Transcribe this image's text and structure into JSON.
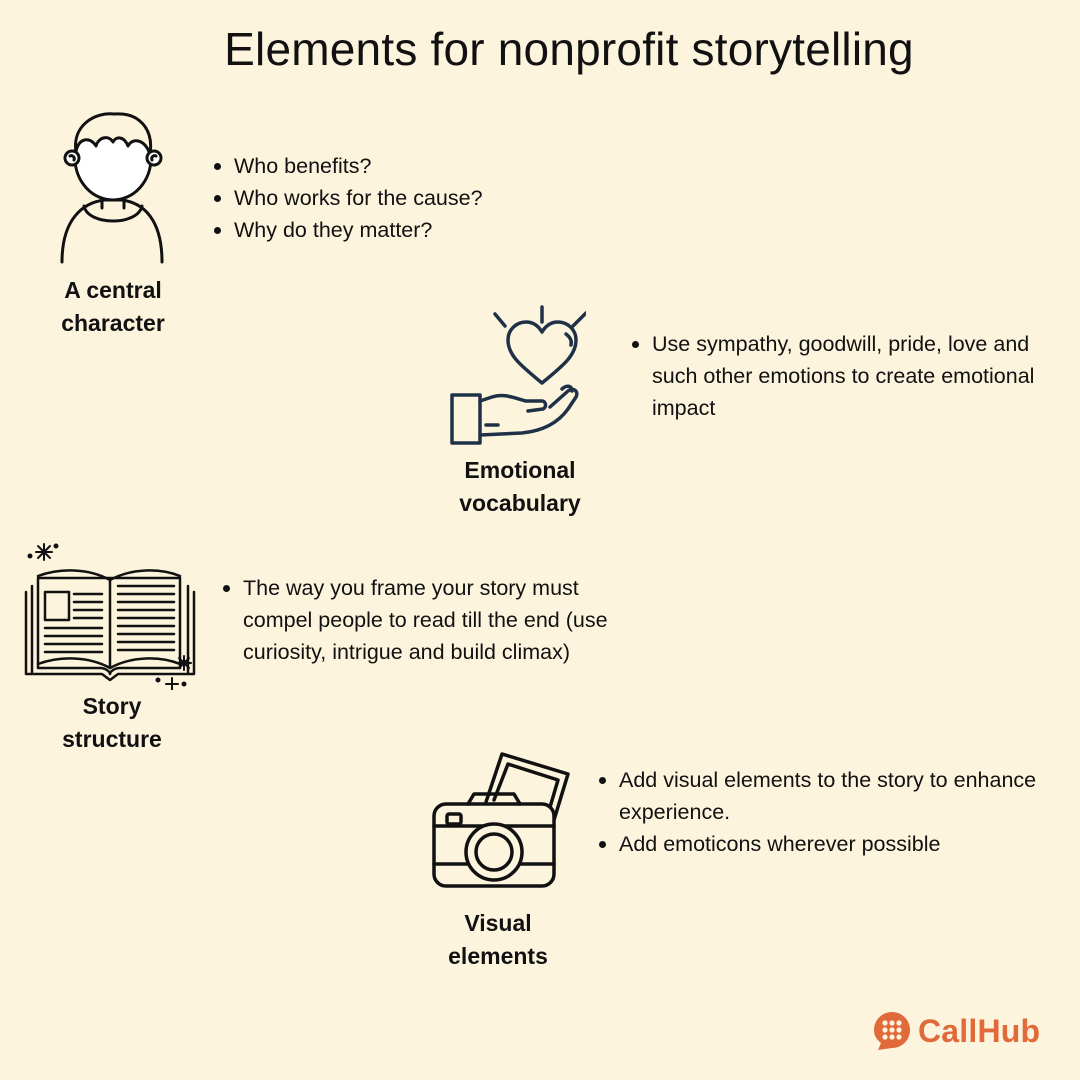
{
  "title": "Elements for nonprofit storytelling",
  "sections": [
    {
      "icon": "person-icon",
      "label_lines": [
        "A central",
        "character"
      ],
      "bullets": [
        "Who benefits?",
        "Who works for the cause?",
        "Why do they matter?"
      ]
    },
    {
      "icon": "heart-in-hand-icon",
      "label_lines": [
        "Emotional",
        "vocabulary"
      ],
      "bullets": [
        "Use sympathy, goodwill, pride, love and such other emotions to create emotional impact"
      ]
    },
    {
      "icon": "open-book-icon",
      "label_lines": [
        "Story",
        "structure"
      ],
      "bullets": [
        "The way you frame your story must compel people to read till the end (use curiosity, intrigue and build climax)"
      ]
    },
    {
      "icon": "camera-photo-icon",
      "label_lines": [
        "Visual",
        "elements"
      ],
      "bullets": [
        "Add visual elements to the story to enhance experience.",
        "Add emoticons wherever possible"
      ]
    }
  ],
  "logo": {
    "text": "CallHub",
    "icon": "callhub-logo-icon",
    "color": "#e06a3a"
  },
  "colors": {
    "background": "#fdf4de",
    "text": "#111111",
    "heart_icon": "#1f3147"
  }
}
